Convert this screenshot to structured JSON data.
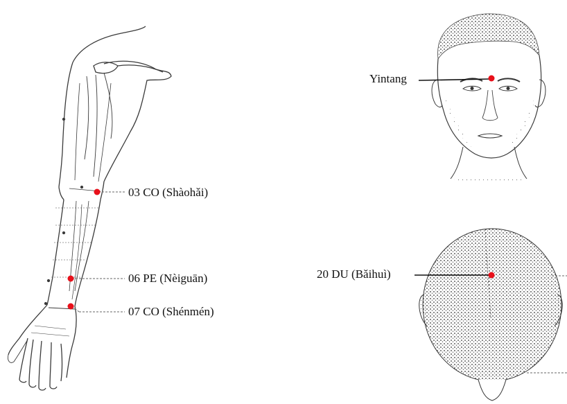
{
  "points": {
    "shaohai": {
      "label": "03 CO (Shàohǎi)"
    },
    "neiguan": {
      "label": "06 PE (Nèiguān)"
    },
    "shenmen": {
      "label": "07 CO (Shénmén)"
    },
    "yintang": {
      "label": "Yintang"
    },
    "baihui": {
      "label": "20 DU (Bǎihuì)"
    }
  },
  "colors": {
    "marker": "#e8101a",
    "line": "#111111",
    "drawing": "#3a3a3a"
  }
}
